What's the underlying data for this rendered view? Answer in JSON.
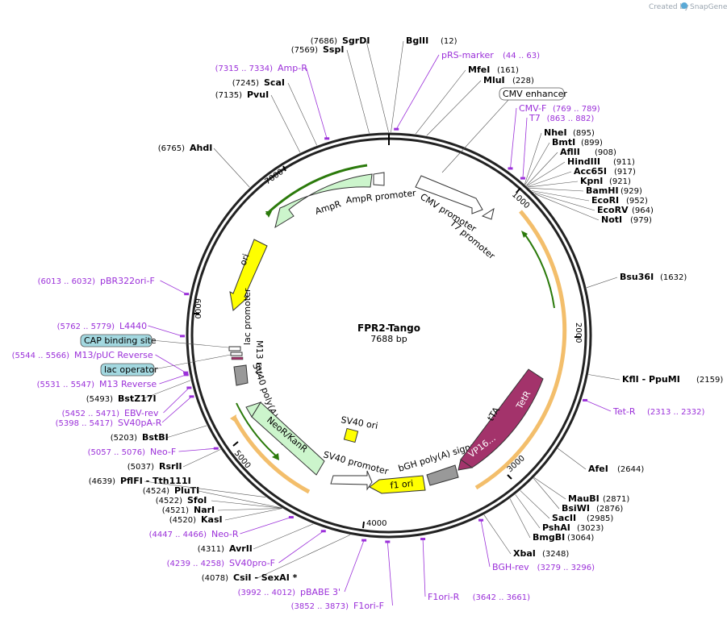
{
  "app": {
    "created_by": "Created by",
    "brand": "SnapGene"
  },
  "plasmid": {
    "name": "FPR2-Tango",
    "length_label": "7688 bp",
    "length": 7688
  },
  "ruler": [
    "1000",
    "2000",
    "3000",
    "4000",
    "5000",
    "6000",
    "7000"
  ],
  "sites": [
    {
      "name": "BglII",
      "pos": "(12)"
    },
    {
      "name": "MfeI",
      "pos": "(161)"
    },
    {
      "name": "MluI",
      "pos": "(228)"
    },
    {
      "name": "NheI",
      "pos": "(895)"
    },
    {
      "name": "BmtI",
      "pos": "(899)"
    },
    {
      "name": "AflII",
      "pos": "(908)"
    },
    {
      "name": "HindIII",
      "pos": "(911)"
    },
    {
      "name": "Acc65I",
      "pos": "(917)"
    },
    {
      "name": "KpnI",
      "pos": "(921)"
    },
    {
      "name": "BamHI",
      "pos": "(929)"
    },
    {
      "name": "EcoRI",
      "pos": "(952)"
    },
    {
      "name": "EcoRV",
      "pos": "(964)"
    },
    {
      "name": "NotI",
      "pos": "(979)"
    },
    {
      "name": "Bsu36I",
      "pos": "(1632)"
    },
    {
      "name": "KflI - PpuMI",
      "pos": "(2159)"
    },
    {
      "name": "AfeI",
      "pos": "(2644)"
    },
    {
      "name": "MauBI",
      "pos": "(2871)"
    },
    {
      "name": "BsiWI",
      "pos": "(2876)"
    },
    {
      "name": "SacII",
      "pos": "(2985)"
    },
    {
      "name": "PshAI",
      "pos": "(3023)"
    },
    {
      "name": "BmgBI",
      "pos": "(3064)"
    },
    {
      "name": "XbaI",
      "pos": "(3248)"
    },
    {
      "name": "CsiI - SexAI *",
      "pos": "(4078)"
    },
    {
      "name": "AvrII",
      "pos": "(4311)"
    },
    {
      "name": "KasI",
      "pos": "(4520)"
    },
    {
      "name": "NarI",
      "pos": "(4521)"
    },
    {
      "name": "SfoI",
      "pos": "(4522)"
    },
    {
      "name": "PluTI",
      "pos": "(4524)"
    },
    {
      "name": "PflFI - Tth111I",
      "pos": "(4639)"
    },
    {
      "name": "RsrII",
      "pos": "(5037)"
    },
    {
      "name": "BstBI",
      "pos": "(5203)"
    },
    {
      "name": "BstZ17I",
      "pos": "(5493)"
    },
    {
      "name": "AhdI",
      "pos": "(6765)"
    },
    {
      "name": "PvuI",
      "pos": "(7135)"
    },
    {
      "name": "ScaI",
      "pos": "(7245)"
    },
    {
      "name": "SspI",
      "pos": "(7569)"
    },
    {
      "name": "SgrDI",
      "pos": "(7686)"
    }
  ],
  "primers": [
    {
      "name": "pRS-marker",
      "pos": "(44 .. 63)"
    },
    {
      "name": "CMV-F",
      "pos": "(769 .. 789)"
    },
    {
      "name": "T7",
      "pos": "(863 .. 882)"
    },
    {
      "name": "Tet-R",
      "pos": "(2313 .. 2332)"
    },
    {
      "name": "BGH-rev",
      "pos": "(3279 .. 3296)"
    },
    {
      "name": "F1ori-R",
      "pos": "(3642 .. 3661)"
    },
    {
      "name": "F1ori-F",
      "pos": "(3852 .. 3873)"
    },
    {
      "name": "pBABE 3'",
      "pos": "(3992 .. 4012)"
    },
    {
      "name": "SV40pro-F",
      "pos": "(4239 .. 4258)"
    },
    {
      "name": "Neo-R",
      "pos": "(4447 .. 4466)"
    },
    {
      "name": "Neo-F",
      "pos": "(5057 .. 5076)"
    },
    {
      "name": "SV40pA-R",
      "pos": "(5398 .. 5417)"
    },
    {
      "name": "EBV-rev",
      "pos": "(5452 .. 5471)"
    },
    {
      "name": "M13 Reverse",
      "pos": "(5531 .. 5547)"
    },
    {
      "name": "M13/pUC Reverse",
      "pos": "(5544 .. 5566)"
    },
    {
      "name": "L4440",
      "pos": "(5762 .. 5779)"
    },
    {
      "name": "pBR322ori-F",
      "pos": "(6013 .. 6032)"
    },
    {
      "name": "Amp-R",
      "pos": "(7315 .. 7334)"
    }
  ],
  "features": {
    "cmv_enhancer": "CMV enhancer",
    "cap_binding_site": "CAP binding site",
    "lac_operator": "lac operator",
    "cmv_promoter": "CMV promoter",
    "t7_promoter": "T7 promoter",
    "ampr_promoter": "AmpR promoter",
    "ampr": "AmpR",
    "ori": "ori",
    "lac_promoter": "lac promoter",
    "m13_rev": "M13 rev",
    "sv40_polya": "SV40 poly(A) signal",
    "neokanr": "NeoR/KanR",
    "sv40_promoter": "SV40 promoter",
    "sv40_ori": "SV40 ori",
    "f1_ori": "f1 ori",
    "bgh_polya": "bGH poly(A) signal",
    "tta": "tTA",
    "tetr": "TetR",
    "vp16": "VP16..."
  },
  "colors": {
    "primer": "#9b30d9",
    "backbone": "#222222",
    "promoter": "#ffffff",
    "ampr_fill": "#ccf5cc",
    "ori_fill": "#ffff00",
    "tta_fill": "#a3336b",
    "terminator_fill": "#999999",
    "misc_fill": "#a3d8e0",
    "orf": "#f3be6b",
    "orf_green": "#2b7a0b"
  }
}
